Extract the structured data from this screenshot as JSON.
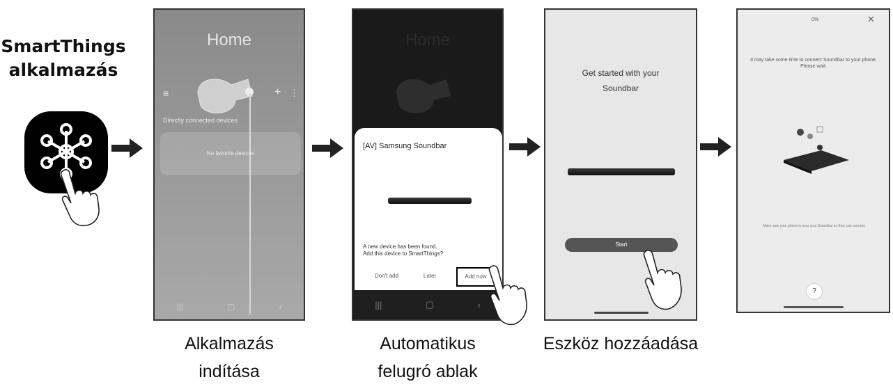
{
  "app": {
    "title_line1": "SmartThings",
    "title_line2": "alkalmazás"
  },
  "screen1": {
    "title": "Home",
    "section_label": "Directly connected devices",
    "favorites_text": "No favorite devices"
  },
  "screen2": {
    "bg_title": "Home",
    "popup_title": "[AV] Samsung Soundbar",
    "popup_message_line1": "A new device has been found.",
    "popup_message_line2": "Add this device to SmartThings?",
    "btn_dont_add": "Don't add",
    "btn_later": "Later",
    "btn_add_now": "Add now"
  },
  "screen3": {
    "heading_line1": "Get started with your",
    "heading_line2": "Soundbar",
    "start_label": "Start"
  },
  "screen4": {
    "badge": "0%",
    "wait_text": "It may take some time to connect Soundbar to your phone. Please wait.",
    "info_text": "Make sure your phone is near your Soundbar so they can connect.",
    "help_label": "?"
  },
  "captions": {
    "step1_line1": "Alkalmazás",
    "step1_line2": "indítása",
    "step2_line1": "Automatikus",
    "step2_line2": "felugró ablak",
    "step3": "Eszköz hozzáadása"
  }
}
